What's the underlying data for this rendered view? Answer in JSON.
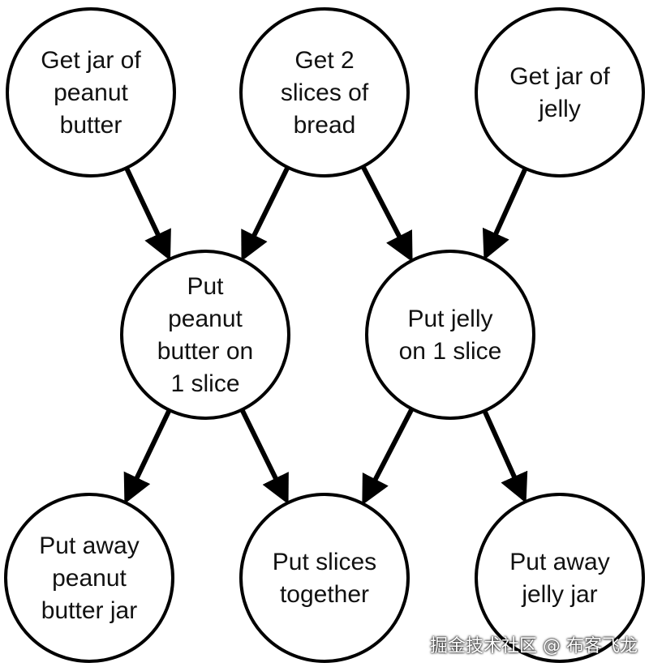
{
  "diagram": {
    "nodes": [
      {
        "id": "get-peanut-butter",
        "lines": [
          "Get jar of",
          "peanut",
          "butter"
        ]
      },
      {
        "id": "get-bread",
        "lines": [
          "Get 2",
          "slices of",
          "bread"
        ]
      },
      {
        "id": "get-jelly",
        "lines": [
          "Get jar of",
          "jelly"
        ]
      },
      {
        "id": "put-peanut-butter",
        "lines": [
          "Put",
          "peanut",
          "butter on",
          "1 slice"
        ]
      },
      {
        "id": "put-jelly",
        "lines": [
          "Put jelly",
          "on 1 slice"
        ]
      },
      {
        "id": "put-away-peanut-butter",
        "lines": [
          "Put away",
          "peanut",
          "butter jar"
        ]
      },
      {
        "id": "put-slices-together",
        "lines": [
          "Put slices",
          "together"
        ]
      },
      {
        "id": "put-away-jelly",
        "lines": [
          "Put away",
          "jelly jar"
        ]
      }
    ],
    "edges": [
      {
        "from": "get-peanut-butter",
        "to": "put-peanut-butter"
      },
      {
        "from": "get-bread",
        "to": "put-peanut-butter"
      },
      {
        "from": "get-bread",
        "to": "put-jelly"
      },
      {
        "from": "get-jelly",
        "to": "put-jelly"
      },
      {
        "from": "put-peanut-butter",
        "to": "put-away-peanut-butter"
      },
      {
        "from": "put-peanut-butter",
        "to": "put-slices-together"
      },
      {
        "from": "put-jelly",
        "to": "put-slices-together"
      },
      {
        "from": "put-jelly",
        "to": "put-away-jelly"
      }
    ],
    "watermark": "掘金技术社区 @ 布客飞龙"
  }
}
